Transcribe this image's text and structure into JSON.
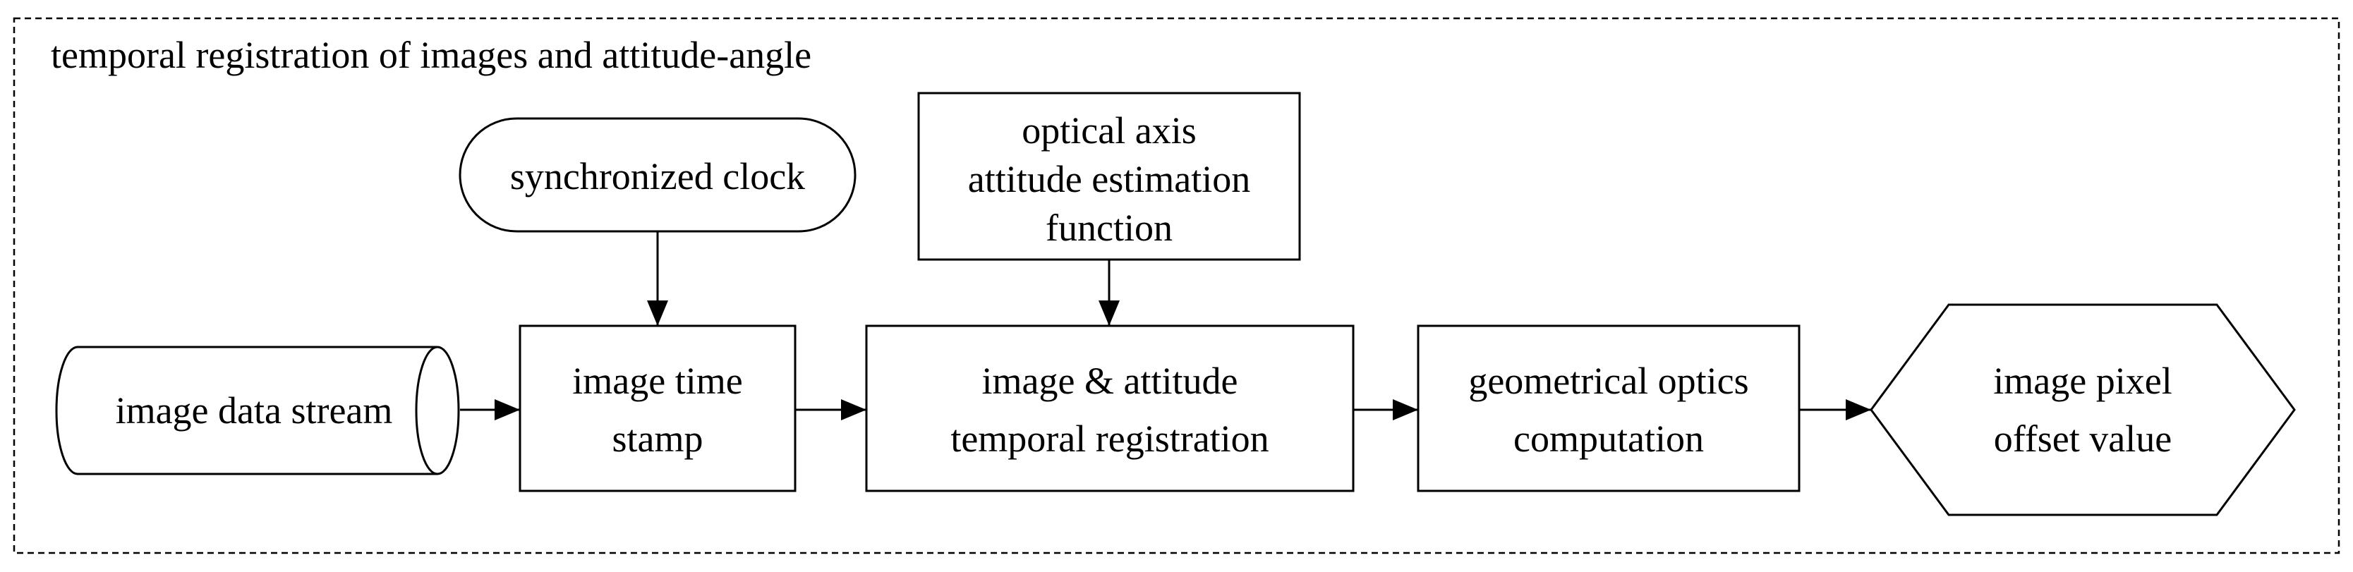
{
  "container": {
    "title": "temporal registration of images and attitude-angle"
  },
  "nodes": {
    "image_data_stream": {
      "label": "image data stream"
    },
    "synchronized_clock": {
      "label": "synchronized clock"
    },
    "image_time_stamp": {
      "lines": [
        "image time",
        "stamp"
      ]
    },
    "optical_axis": {
      "lines": [
        "optical axis",
        "attitude estimation",
        "function"
      ]
    },
    "temporal_registration": {
      "lines": [
        "image & attitude",
        "temporal registration"
      ]
    },
    "geometrical_optics": {
      "lines": [
        "geometrical optics",
        "computation"
      ]
    },
    "pixel_offset": {
      "lines": [
        "image pixel",
        "offset value"
      ]
    }
  },
  "edges": [
    {
      "from": "image_data_stream",
      "to": "image_time_stamp"
    },
    {
      "from": "synchronized_clock",
      "to": "image_time_stamp"
    },
    {
      "from": "image_time_stamp",
      "to": "temporal_registration"
    },
    {
      "from": "optical_axis",
      "to": "temporal_registration"
    },
    {
      "from": "temporal_registration",
      "to": "geometrical_optics"
    },
    {
      "from": "geometrical_optics",
      "to": "pixel_offset"
    }
  ]
}
